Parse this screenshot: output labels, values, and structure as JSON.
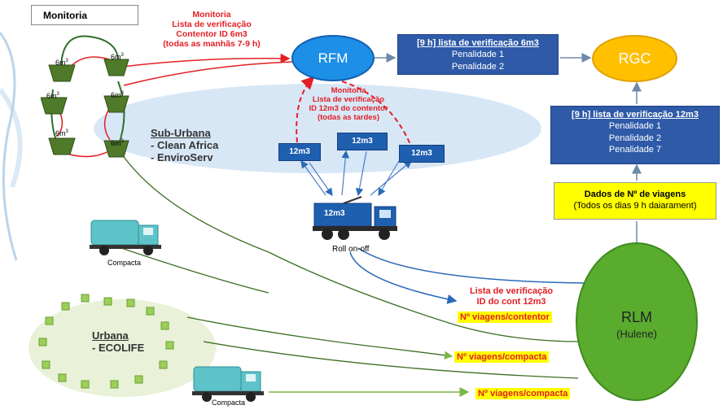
{
  "title": "Monitoria",
  "nodes": {
    "rfm": "RFM",
    "rgc": "RGC",
    "rlm_name": "RLM",
    "rlm_sub": "(Hulene)"
  },
  "top_red_label": [
    "Monitoria",
    "Lista de verificação",
    "Contentor ID 6m3",
    "(todas as manhãs 7-9 h)"
  ],
  "mid_red_label": [
    "Monitoria",
    "Lista de verificação",
    "ID 12m3 do contentor",
    "(todas as tardes)"
  ],
  "box_6m3": {
    "heading": "[9 h] lista de verificação 6m3",
    "items": [
      "Penalidade 1",
      "Penalidade 2"
    ]
  },
  "box_12m3": {
    "heading": "[9 h] lista de verificação 12m3",
    "items": [
      "Penalidade 1",
      "Penalidade 2",
      "Penalidade 7"
    ]
  },
  "yellow_box": {
    "heading": "Dados de Nº de viagens",
    "sub": "(Todos os dias 9 h daiarament)"
  },
  "suburbana": {
    "heading": "Sub-Urbana",
    "lines": [
      "- Clean Africa",
      "- EnviroServ"
    ]
  },
  "urbana": {
    "heading": "Urbana",
    "lines": [
      "- ECOLIFE"
    ]
  },
  "container_6m3_label": "6m3",
  "container_12m3_label": "12m3",
  "truck_roll_label": "12m3",
  "roll_onoff": "Roll on-off",
  "compacta": "Compacta",
  "bottom_red_label": [
    "Lista de verificação",
    "ID do cont 12m3"
  ],
  "yellow_tags": [
    "Nº viagens/contentor",
    "Nº viagens/compacta",
    "Nº viagens/compacta"
  ],
  "colors": {
    "red": "#e31e24",
    "blue_box": "#2e5aa8",
    "node_blue": "#1d8fe6",
    "node_orange": "#ffc000",
    "node_green": "#5aac2e",
    "yellow": "#ffff00",
    "olive": "#3b6e22",
    "ellipse_blue": "#d7e7f6",
    "ellipse_green": "#e9f1d8"
  }
}
